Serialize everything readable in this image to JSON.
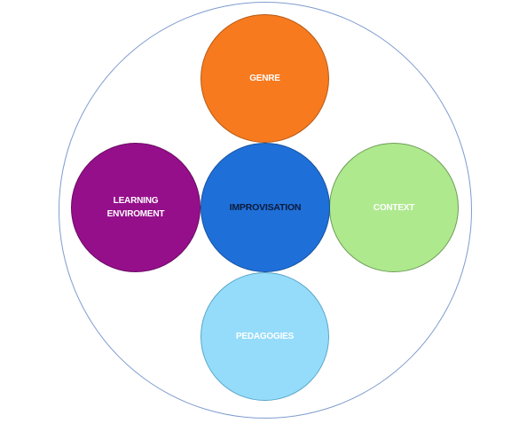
{
  "diagram": {
    "center": {
      "label": "IMPROVISATION",
      "color": "#1f6fd9"
    },
    "nodes": [
      {
        "id": "genre",
        "label": "GENRE",
        "position": "top",
        "color": "#f77a1f"
      },
      {
        "id": "learning",
        "label": "LEARNING\nENVIROMENT",
        "position": "left",
        "color": "#950f8b"
      },
      {
        "id": "context",
        "label": "CONTEXT",
        "position": "right",
        "color": "#aee98e"
      },
      {
        "id": "pedagogies",
        "label": "PEDAGOGIES",
        "position": "bottom",
        "color": "#95dcfb"
      }
    ],
    "outer_ring_color": "#7f9ccf"
  }
}
